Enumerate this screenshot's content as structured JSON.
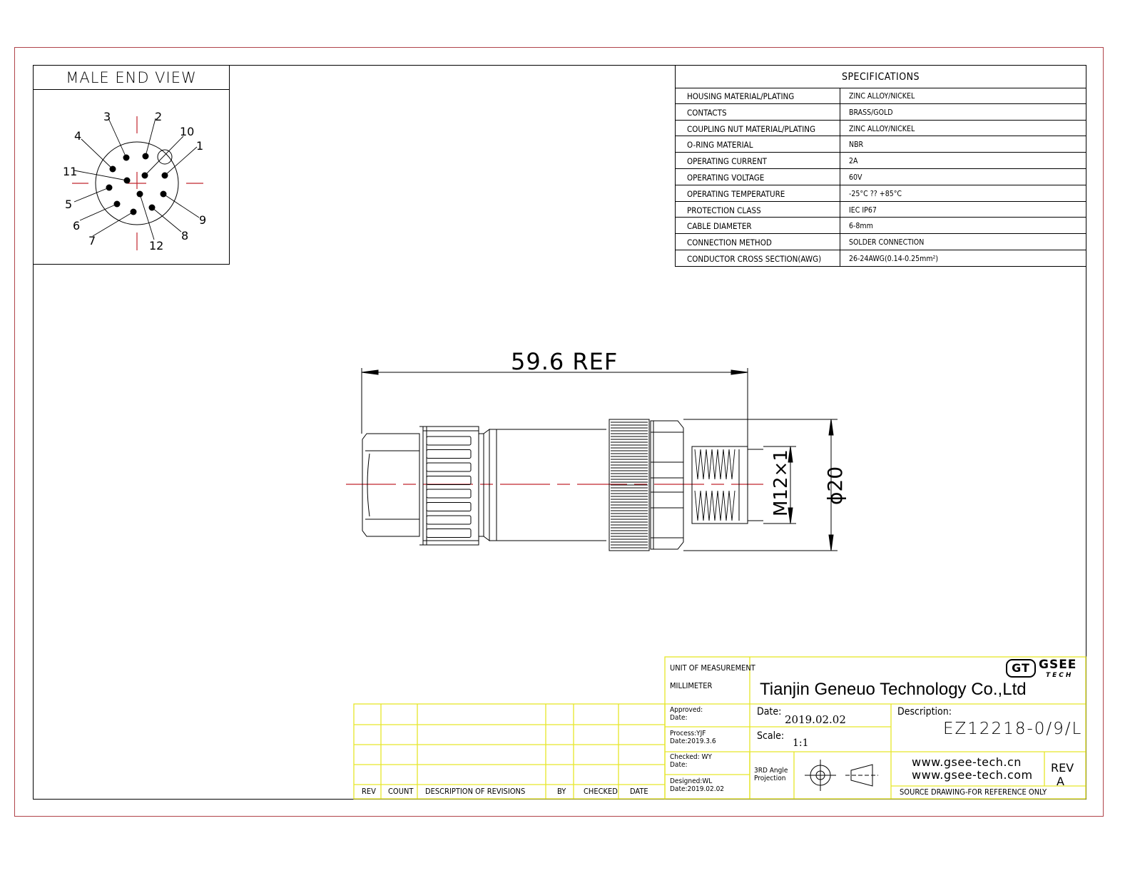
{
  "end_view": {
    "title": "MALE END VIEW",
    "pins": [
      "1",
      "2",
      "3",
      "4",
      "5",
      "6",
      "7",
      "8",
      "9",
      "10",
      "11",
      "12"
    ]
  },
  "specifications": {
    "title": "SPECIFICATIONS",
    "rows": [
      {
        "label": "HOUSING MATERIAL/PLATING",
        "value": "ZINC ALLOY/NICKEL"
      },
      {
        "label": "CONTACTS",
        "value": "BRASS/GOLD"
      },
      {
        "label": "COUPLING NUT MATERIAL/PLATING",
        "value": "ZINC ALLOY/NICKEL"
      },
      {
        "label": "O-RING MATERIAL",
        "value": "NBR"
      },
      {
        "label": "OPERATING CURRENT",
        "value": "2A"
      },
      {
        "label": "OPERATING VOLTAGE",
        "value": "60V"
      },
      {
        "label": "OPERATING TEMPERATURE",
        "value": "-25°C ?? +85°C"
      },
      {
        "label": "PROTECTION CLASS",
        "value": "IEC  IP67"
      },
      {
        "label": "CABLE  DIAMETER",
        "value": "6-8mm"
      },
      {
        "label": "CONNECTION  METHOD",
        "value": "SOLDER CONNECTION"
      },
      {
        "label": "CONDUCTOR  CROSS  SECTION(AWG)",
        "value": "26-24AWG(0.14-0.25mm²)"
      }
    ]
  },
  "dimensions": {
    "length": "59.6 REF",
    "thread": "M12×1",
    "diameter": "ϕ20"
  },
  "revisions": {
    "headers": [
      "REV",
      "COUNT",
      "DESCRIPTION  OF  REVISIONS",
      "BY",
      "CHECKED",
      "DATE"
    ]
  },
  "title_block": {
    "unit_label": "UNIT OF MEASUREMENT",
    "unit_value": "MILLIMETER",
    "company": "Tianjin Geneuo Technology Co.,Ltd",
    "logo_mark": "GT",
    "logo_line1": "GSEE",
    "logo_line2": "TECH",
    "approved_label": "Approved:",
    "approved_date_label": "Date:",
    "process_label": "Process:YJF",
    "process_date": "Date:2019.3.6",
    "checked_label": "Checked: WY",
    "checked_date_label": "Date:",
    "designed_label": "Designed:WL",
    "designed_date": "Date:2019.02.02",
    "date_label": "Date:",
    "date_value": "2019.02.02",
    "scale_label": "Scale:",
    "scale_value": "1:1",
    "projection_line1": "3RD Angle",
    "projection_line2": "Projection",
    "description_label": "Description:",
    "part_number": "EZ12218-0/9/L",
    "website1": "www.gsee-tech.cn",
    "website2": "www.gsee-tech.com",
    "rev_label": "REV",
    "rev_value": "A",
    "source_note": "SOURCE DRAWING-FOR REFERENCE ONLY"
  },
  "colors": {
    "frame_outer": "#b0434a",
    "frame_inner": "#000000",
    "title_grid": "#e6e62a",
    "centerline": "#c0262d"
  }
}
